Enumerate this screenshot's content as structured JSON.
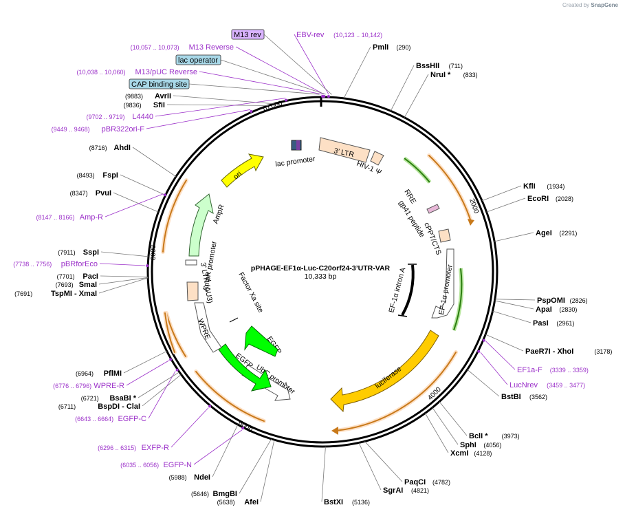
{
  "credit": {
    "prefix": "Created by",
    "brand": "SnapGene"
  },
  "plasmid": {
    "name": "pPHAGE-EF1α-Luc-C20orf24-3’UTR-VAR",
    "size": "10,333 bp"
  },
  "ticks": [
    "2000",
    "4000",
    "6000",
    "8000",
    "10,000"
  ],
  "enzymes": [
    {
      "name": "PmlI",
      "pos": "(290)"
    },
    {
      "name": "BssHII",
      "pos": "(711)"
    },
    {
      "name": "NruI *",
      "pos": "(833)"
    },
    {
      "name": "KflI",
      "pos": "(1934)"
    },
    {
      "name": "EcoRI",
      "pos": "(2028)"
    },
    {
      "name": "AgeI",
      "pos": "(2291)"
    },
    {
      "name": "PspOMI",
      "pos": "(2826)"
    },
    {
      "name": "ApaI",
      "pos": "(2830)"
    },
    {
      "name": "PasI",
      "pos": "(2961)"
    },
    {
      "name": "PaeR7I  - XhoI",
      "pos": "(3178)"
    },
    {
      "name": "BstBI",
      "pos": "(3562)"
    },
    {
      "name": "BclI *",
      "pos": "(3973)"
    },
    {
      "name": "SphI",
      "pos": "(4056)"
    },
    {
      "name": "XcmI",
      "pos": "(4128)"
    },
    {
      "name": "PaqCI",
      "pos": "(4782)"
    },
    {
      "name": "SgrAI",
      "pos": "(4821)"
    },
    {
      "name": "BstXI",
      "pos": "(5136)"
    },
    {
      "name": "AfeI",
      "pos": "(5638)"
    },
    {
      "name": "BmgBI",
      "pos": "(5646)"
    },
    {
      "name": "NdeI",
      "pos": "(5988)"
    },
    {
      "name": "BspDI  - ClaI",
      "pos": "(6711)"
    },
    {
      "name": "BsaBI *",
      "pos": "(6721)"
    },
    {
      "name": "PflMI",
      "pos": "(6964)"
    },
    {
      "name": "TspMI  - XmaI",
      "pos": "(7691)"
    },
    {
      "name": "SmaI",
      "pos": "(7693)"
    },
    {
      "name": "PacI",
      "pos": "(7701)"
    },
    {
      "name": "SspI",
      "pos": "(7911)"
    },
    {
      "name": "PvuI",
      "pos": "(8347)"
    },
    {
      "name": "FspI",
      "pos": "(8493)"
    },
    {
      "name": "AhdI",
      "pos": "(8716)"
    },
    {
      "name": "SfiI",
      "pos": "(9836)"
    },
    {
      "name": "AvrII",
      "pos": "(9883)"
    }
  ],
  "primers": [
    {
      "name": "EBV-rev",
      "pos": "(10,123 .. 10,142)"
    },
    {
      "name": "M13 Reverse",
      "pos": "(10,057 .. 10,073)"
    },
    {
      "name": "M13/pUC Reverse",
      "pos": "(10,038 .. 10,060)"
    },
    {
      "name": "L4440",
      "pos": "(9702 .. 9719)"
    },
    {
      "name": "pBR322ori-F",
      "pos": "(9449 .. 9468)"
    },
    {
      "name": "Amp-R",
      "pos": "(8147 .. 8166)"
    },
    {
      "name": "pBRforEco",
      "pos": "(7738 .. 7756)"
    },
    {
      "name": "WPRE-R",
      "pos": "(6776 .. 6796)"
    },
    {
      "name": "EGFP-C",
      "pos": "(6643 .. 6664)"
    },
    {
      "name": "EXFP-R",
      "pos": "(6296 .. 6315)"
    },
    {
      "name": "EGFP-N",
      "pos": "(6035 .. 6056)"
    },
    {
      "name": "EF1a-F",
      "pos": "(3339 .. 3359)"
    },
    {
      "name": "LucNrev",
      "pos": "(3459 .. 3477)"
    }
  ],
  "boxed_features": [
    {
      "name": "M13 rev",
      "color": "#d9b3ff"
    },
    {
      "name": "lac operator",
      "color": "#a8d8e8"
    },
    {
      "name": "CAP binding site",
      "color": "#a8d8e8"
    }
  ],
  "features": {
    "ltr3": "3’ LTR",
    "hiv": "HIV-1 Ψ",
    "rre": "RRE",
    "gp41": "gp41 peptide",
    "cppt": "cPPT/CTS",
    "ef1a_promoter": "EF-1α promoter",
    "ef1a_intron": "EF-1α intron A",
    "luciferase": "luciferase",
    "ubc": "UbC promoter",
    "egfp1": "EGFP",
    "egfp2": "EGFP",
    "factor_xa": "Factor Xa site",
    "wpre": "WPRE",
    "ltr_au3": "3’ LTR (ΔU3)",
    "ampr_promoter": "AmpR promoter",
    "ampr": "AmpR",
    "ori": "ori",
    "lac_promoter": "lac promoter"
  },
  "colors": {
    "ltr": "#fde0c5",
    "ori": "#ffff00",
    "ampr": "#ccffcc",
    "luciferase": "#ffcc00",
    "egfp": "#00ff00",
    "primer": "#9b30c9",
    "orf_orange": "#c8791a"
  }
}
